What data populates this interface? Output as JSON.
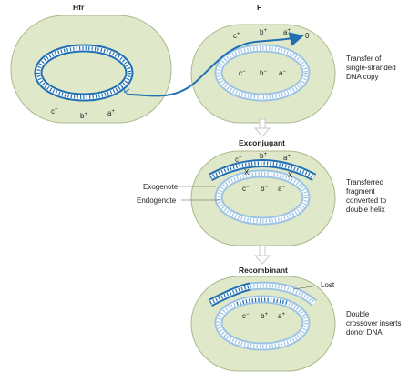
{
  "colors": {
    "cell_fill": "#dfe8c8",
    "cell_stroke": "#a9b98c",
    "dark_blue": "#1f6fb2",
    "light_blue": "#9cc3e3",
    "arrow_grey": "#c9c9c9"
  },
  "titles": {
    "hfr": "Hfr",
    "f_minus": "F",
    "f_minus_sup": "−",
    "exconjugant": "Exconjugant",
    "recombinant": "Recombinant"
  },
  "captions": {
    "transfer": [
      "Transfer of",
      "single-stranded",
      "DNA copy"
    ],
    "converted": [
      "Transferred",
      "fragment",
      "converted to",
      "double helix"
    ],
    "crossover": [
      "Double",
      "crossover inserts",
      "donor DNA"
    ]
  },
  "labels": {
    "exogenote": "Exogenote",
    "endogenote": "Endogenote",
    "lost": "Lost",
    "origin": "0",
    "cross": "X"
  },
  "genes": {
    "hfr": [
      {
        "l": "c",
        "s": "+"
      },
      {
        "l": "b",
        "s": "+"
      },
      {
        "l": "a",
        "s": "+"
      }
    ],
    "f_transfer": [
      {
        "l": "c",
        "s": "+"
      },
      {
        "l": "b",
        "s": "+"
      },
      {
        "l": "a",
        "s": "+"
      }
    ],
    "f_inner": [
      {
        "l": "c",
        "s": "−"
      },
      {
        "l": "b",
        "s": "−"
      },
      {
        "l": "a",
        "s": "−"
      }
    ],
    "ex_top": [
      {
        "l": "c",
        "s": "+"
      },
      {
        "l": "b",
        "s": "+"
      },
      {
        "l": "a",
        "s": "+"
      }
    ],
    "ex_inner": [
      {
        "l": "c",
        "s": "−"
      },
      {
        "l": "b",
        "s": "−"
      },
      {
        "l": "a",
        "s": "−"
      }
    ],
    "rec_inner": [
      {
        "l": "c",
        "s": "−"
      },
      {
        "l": "b",
        "s": "+"
      },
      {
        "l": "a",
        "s": "+"
      }
    ]
  }
}
